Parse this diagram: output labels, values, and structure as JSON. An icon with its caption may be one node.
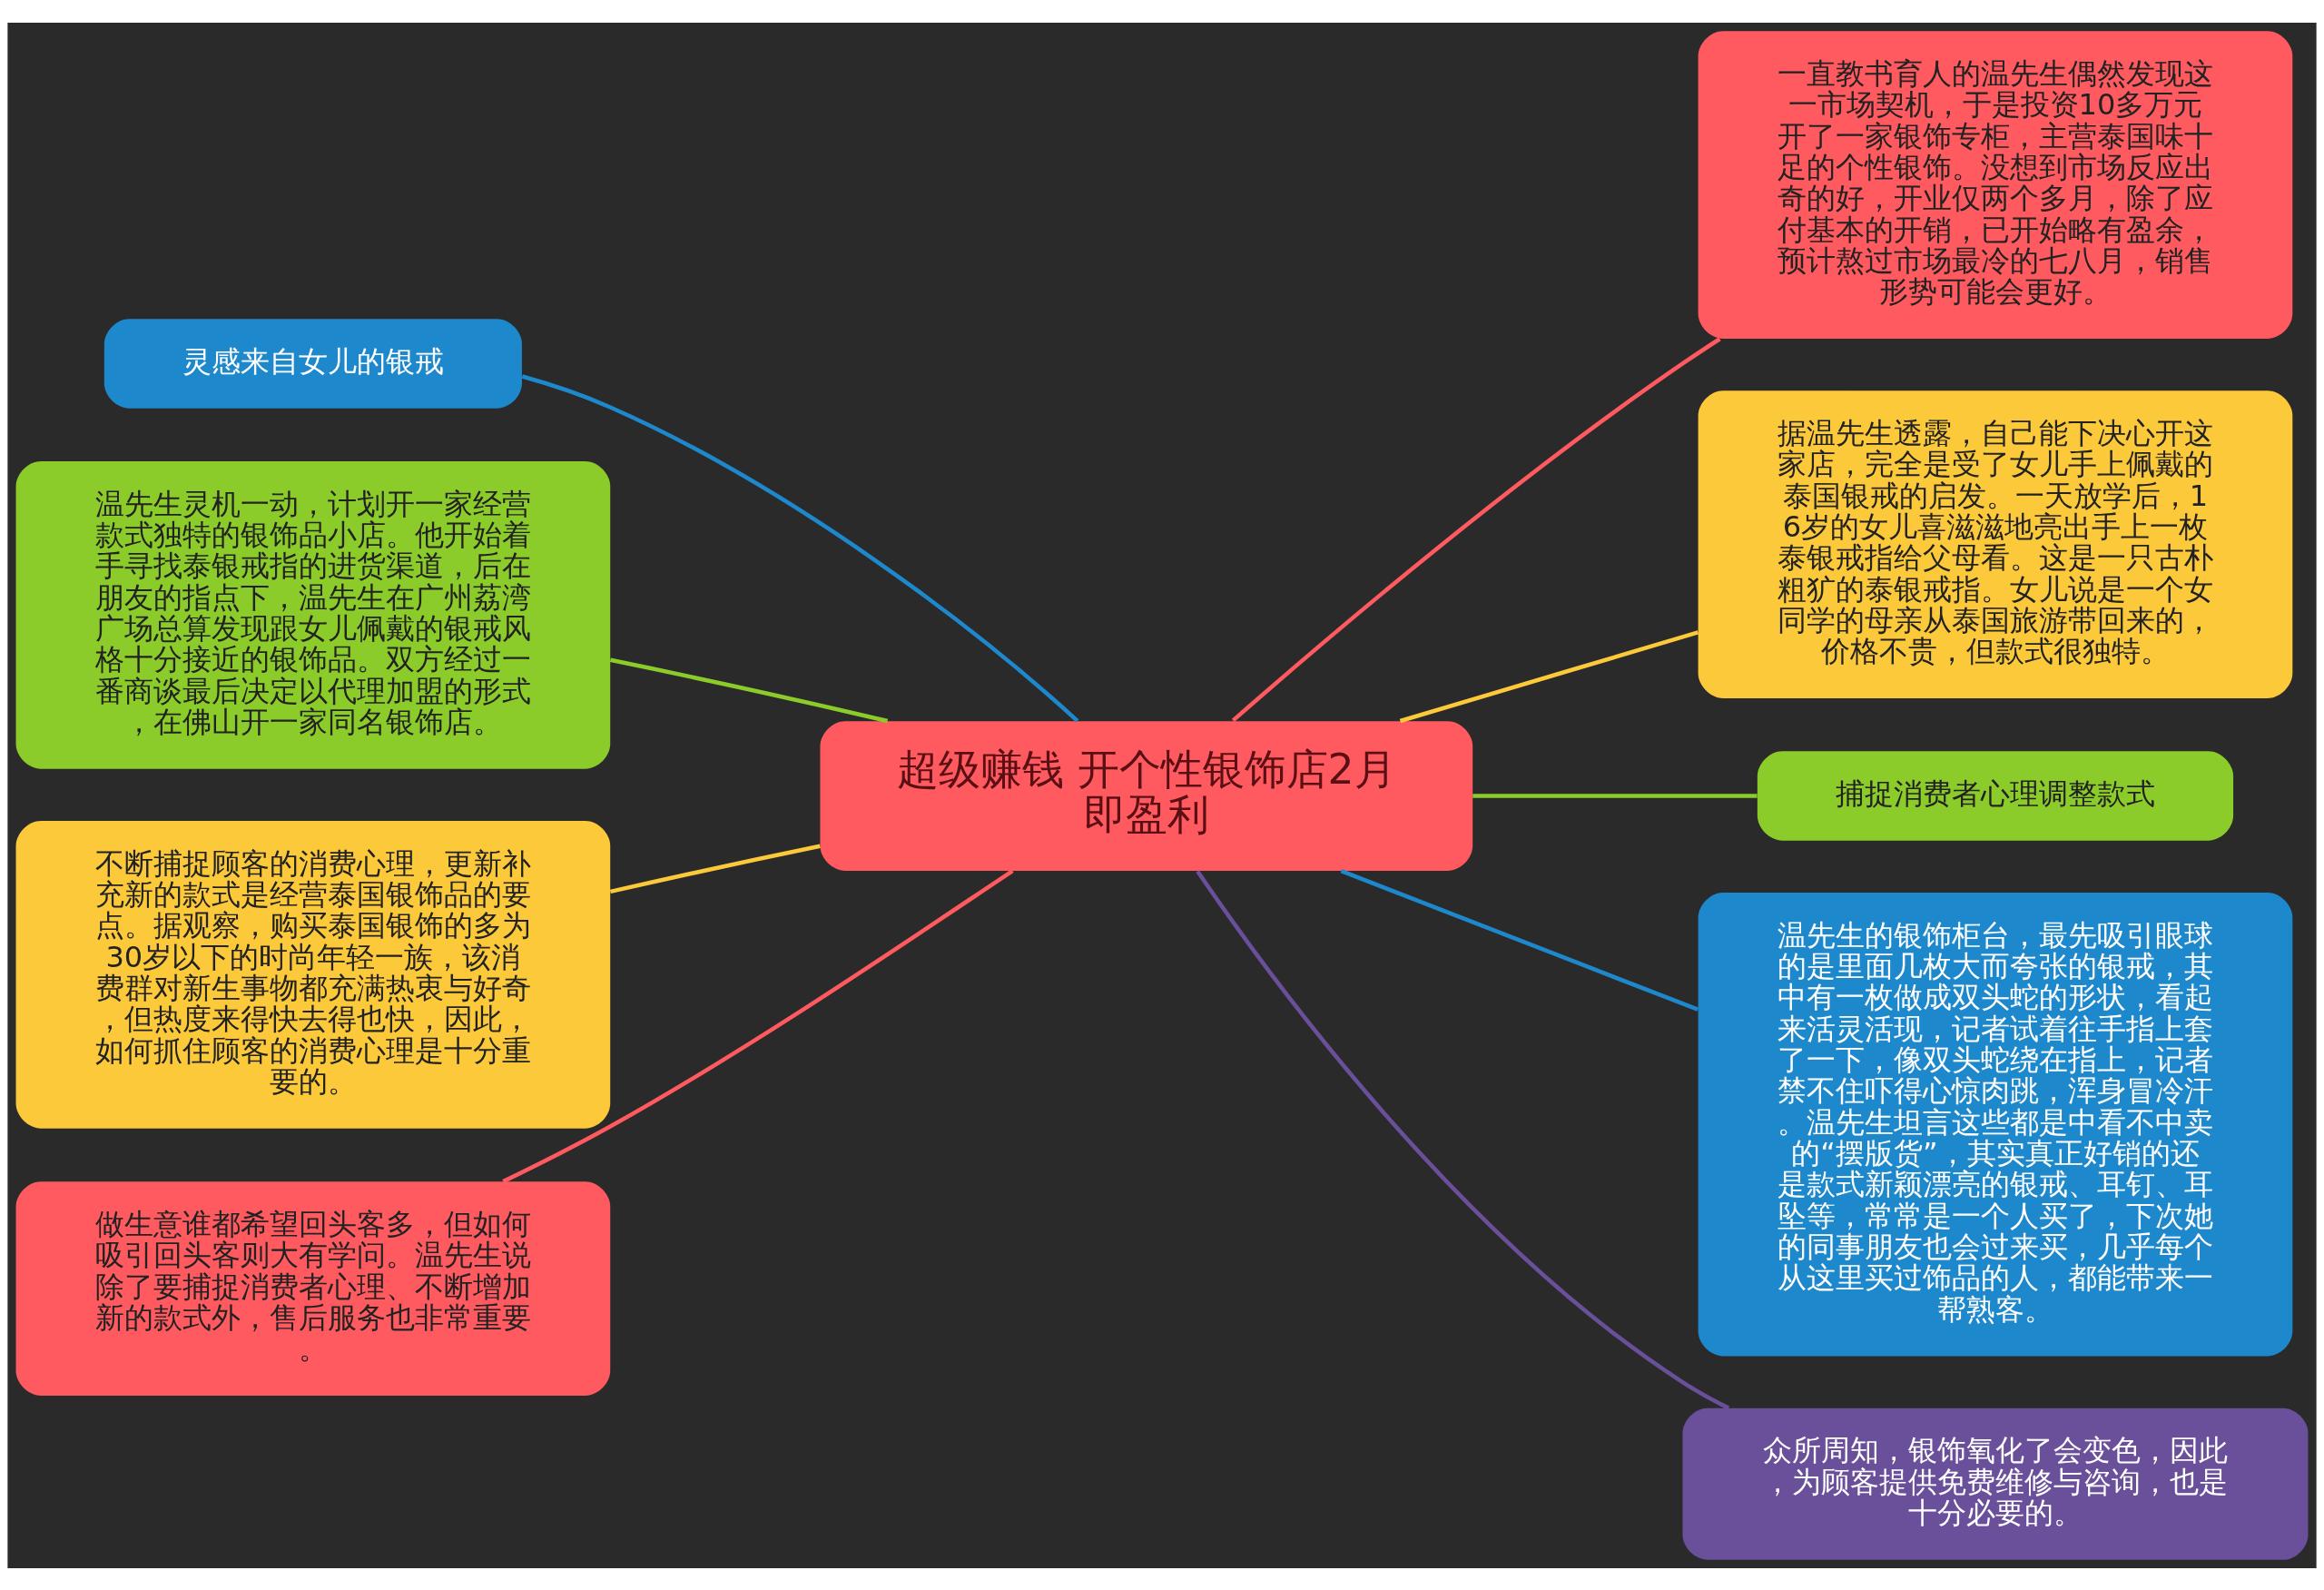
{
  "diagram": {
    "nodes": [
      {
        "text": [
          "超级赚钱 开个性银饰店2月即盈利"
        ]
      },
      {
        "text": [
          "灵感来自女儿的银戒"
        ]
      },
      {
        "text": [
          "温先生灵机一动，计划开一家经营款式独特的银饰品小店。他开始着手寻找泰银戒指的进货渠道，后在朋友的指点下，温先生在广州荔湾广场总算发现跟女儿佩戴的银戒风格十分接近的银饰品。双方经过一番商谈最后决定以代理加盟的形式，在佛山开一家同名银饰店。"
        ]
      },
      {
        "text": [
          "不断捕捉顾客的消费心理，更新补充新的款式是经营泰国银饰品的要点。据观察，购买泰国银饰的多为30岁以下的时尚年轻一族，该消费群对新生事物都充满热衷与好奇，但热度来得快去得也快，因此，如何抓住顾客的消费心理是十分重要的。"
        ]
      },
      {
        "text": [
          "做生意谁都希望回头客多，但如何吸引回头客则大有学问。温先生说除了要捕捉消费者心理、不断增加新的款式外，售后服务也非常重要。"
        ]
      },
      {
        "text": [
          "一直教书育人的温先生偶然发现这一市场契机，于是投资10多万元开了一家银饰专柜，主营泰国味十足的个性银饰。没想到市场反应出奇的好，开业仅两个多月，除了应付基本的开销，已开始略有盈余，预计熬过市场最冷的七八月，销售形势可能会更好。"
        ]
      },
      {
        "text": [
          "据温先生透露，自己能下决心开这家店，完全是受了女儿手上佩戴的泰国银戒的启发。一天放学后，16岁的女儿喜滋滋地亮出手上一枚泰银戒指给父母看。这是一只古朴粗犷的泰银戒指。女儿说是一个女同学的母亲从泰国旅游带回来的，价格不贵，但款式很独特。"
        ]
      },
      {
        "text": [
          "捕捉消费者心理调整款式"
        ]
      },
      {
        "text": [
          "温先生的银饰柜台，最先吸引眼球的是里面几枚大而夸张的银戒，其中有一枚做成双头蛇的形状，看起来活灵活现，记者试着往手指上套了一下，像双头蛇绕在指上，记者禁不住吓得心惊肉跳，浑身冒冷汗。温先生坦言这些都是中看不中卖的“摆版货”，其实真正好销的还是款式新颖漂亮的银戒、耳钉、耳坠等，常常是一个人买了，下次她的同事朋友也会过来买，几乎每个从这里买过饰品的人，都能带来一帮熟客。"
        ]
      },
      {
        "text": [
          "众所周知，银饰氧化了会变色，因此，为顾客提供免费维修与咨询，也是十分必要的。"
        ]
      }
    ],
    "edges": [
      {
        "from": 0,
        "to": 1,
        "arrow": "none",
        "color": "#1e88cc"
      },
      {
        "from": 0,
        "to": 2,
        "arrow": "none",
        "color": "#8ccc2a"
      },
      {
        "from": 0,
        "to": 3,
        "arrow": "none",
        "color": "#fcc93a"
      },
      {
        "from": 0,
        "to": 4,
        "arrow": "none",
        "color": "#ff5a5f"
      },
      {
        "from": 0,
        "to": 5,
        "arrow": "none",
        "color": "#ff5a5f"
      },
      {
        "from": 0,
        "to": 6,
        "arrow": "none",
        "color": "#fcc93a"
      },
      {
        "from": 0,
        "to": 7,
        "arrow": "none",
        "color": "#8ccc2a"
      },
      {
        "from": 0,
        "to": 8,
        "arrow": "none",
        "color": "#1e88cc"
      },
      {
        "from": 0,
        "to": 9,
        "arrow": "none",
        "color": "#6a4f9a"
      }
    ]
  }
}
